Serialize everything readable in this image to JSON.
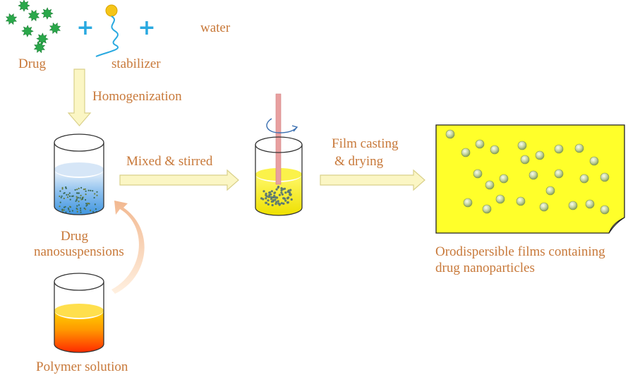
{
  "labels": {
    "drug": "Drug",
    "stabilizer": "stabilizer",
    "water": "water",
    "homogenization": "Homogenization",
    "mixed_stirred": "Mixed & stirred",
    "film_casting_1": "Film casting",
    "film_casting_2": "& drying",
    "nanosusp_1": "Drug",
    "nanosusp_2": "nanosuspensions",
    "polymer": "Polymer solution",
    "odf_1": "Orodispersible films containing",
    "odf_2": "drug nanoparticles"
  },
  "symbols": {
    "plus_1": "+",
    "plus_2": "+"
  },
  "colors": {
    "label": "#c8793a",
    "plus": "#29a9e0",
    "drug_particle": "#2aa84a",
    "stabilizer_head": "#f5c518",
    "stabilizer_tail": "#29a9e0",
    "arrow_fill": "#fbf6c4",
    "arrow_stroke": "#d9d08a",
    "nanosuspension": "#5aa8e8",
    "polymer_top": "#ffc800",
    "polymer_bottom": "#ff3a00",
    "mix_liquid": "#f5ea10",
    "stir_rod": "#e8a0a0",
    "film": "#ffff2a",
    "nanoparticle": "#a8c070"
  }
}
